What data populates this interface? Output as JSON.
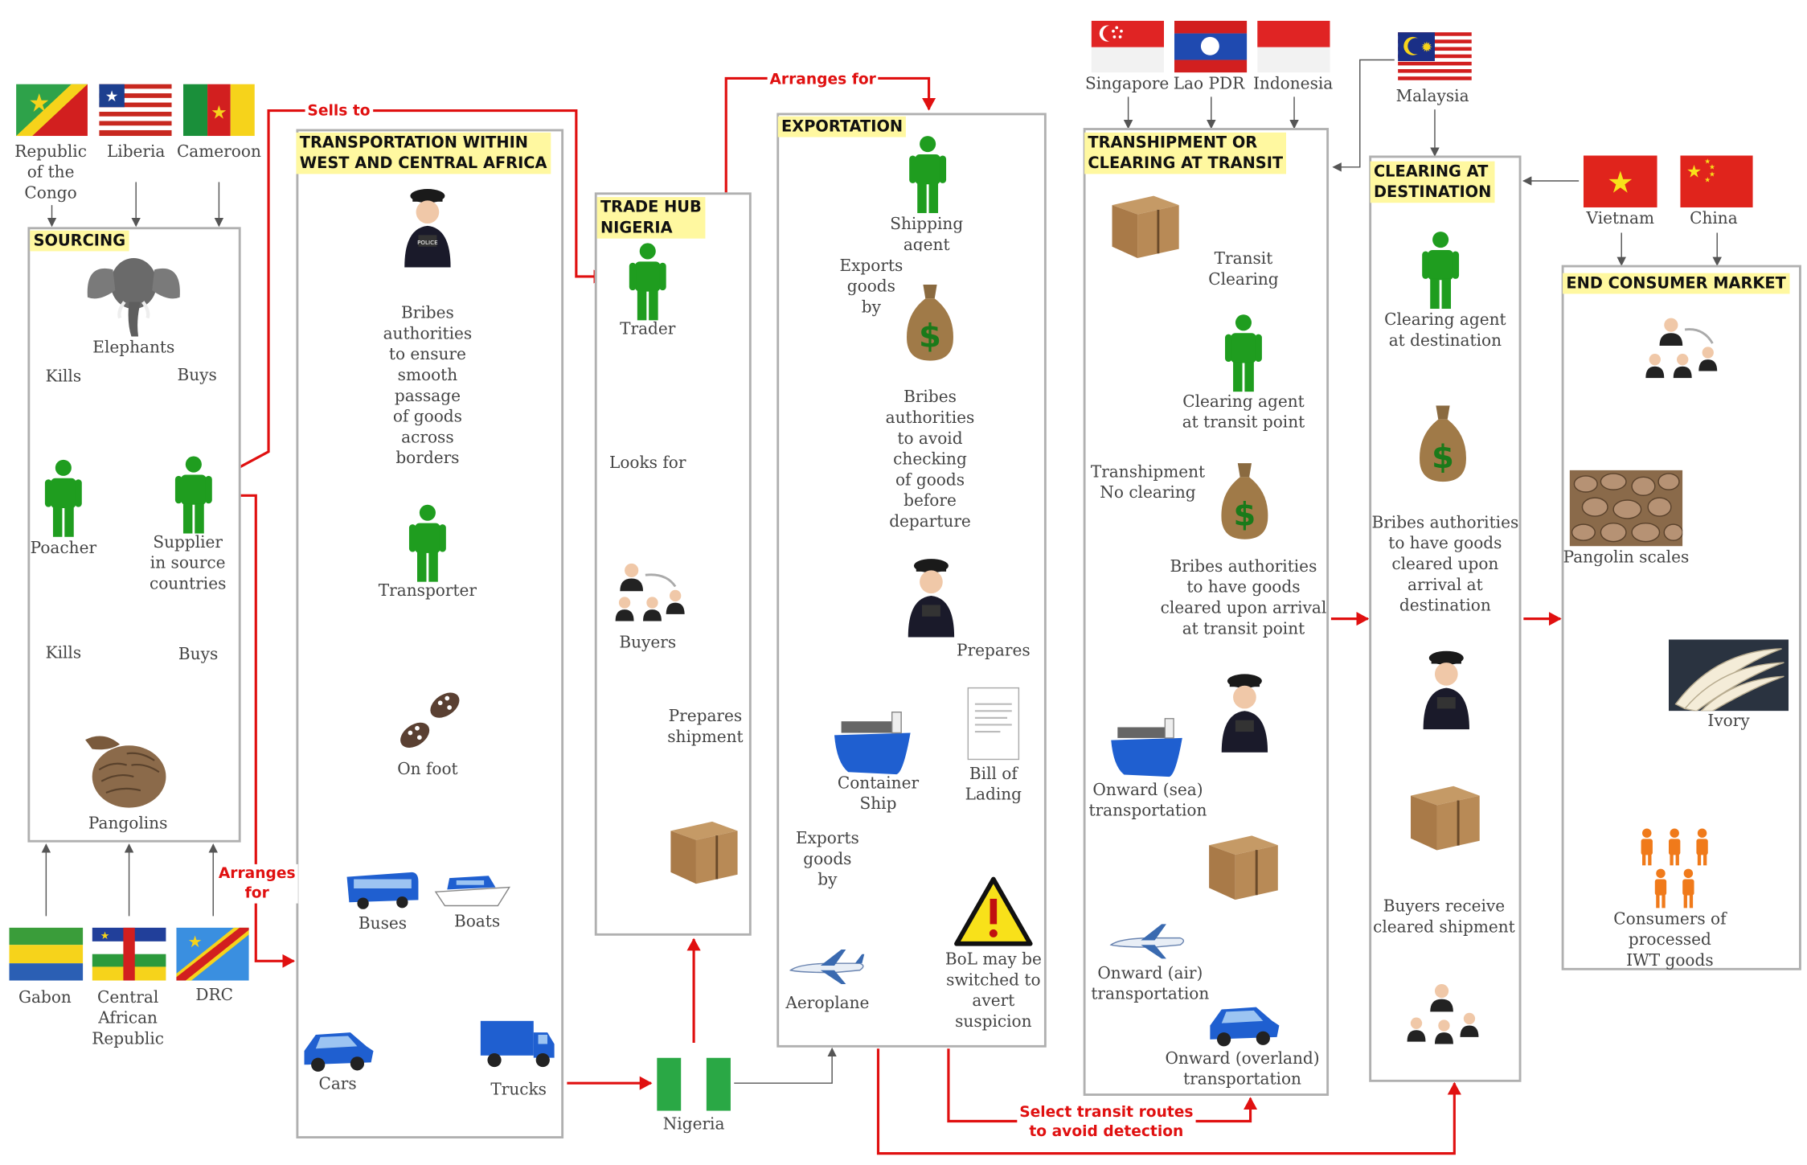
{
  "countries": {
    "congo": "Republic\nof the\nCongo",
    "liberia": "Liberia",
    "cameroon": "Cameroon",
    "gabon": "Gabon",
    "car": "Central\nAfrican\nRepublic",
    "drc": "DRC",
    "nigeria": "Nigeria",
    "singapore": "Singapore",
    "laos": "Lao PDR",
    "indonesia": "Indonesia",
    "malaysia": "Malaysia",
    "vietnam": "Vietnam",
    "china": "China"
  },
  "sections": {
    "sourcing": "SOURCING",
    "transport": "TRANSPORTATION WITHIN\nWEST AND CENTRAL AFRICA",
    "tradehub": "TRADE HUB\nNIGERIA",
    "export": "EXPORTATION",
    "transit": "TRANSHIPMENT OR\nCLEARING AT TRANSIT",
    "destination": "CLEARING AT\nDESTINATION",
    "market": "END CONSUMER MARKET"
  },
  "sourcing": {
    "elephants": "Elephants",
    "kills1": "Kills",
    "buys1": "Buys",
    "poacher": "Poacher",
    "supplier": "Supplier\nin source\ncountries",
    "kills2": "Kills",
    "buys2": "Buys",
    "pangolins": "Pangolins"
  },
  "transport": {
    "bribes": "Bribes\nauthorities\nto ensure\nsmooth\npassage\nof goods\nacross\nborders",
    "transporter": "Transporter",
    "onfoot": "On foot",
    "buses": "Buses",
    "boats": "Boats",
    "cars": "Cars",
    "trucks": "Trucks"
  },
  "tradehub": {
    "trader": "Trader",
    "looksfor": "Looks for",
    "buyers": "Buyers",
    "prepares": "Prepares\nshipment"
  },
  "export": {
    "shipping": "Shipping\nagent",
    "exports1": "Exports\ngoods\nby",
    "bribes": "Bribes\nauthorities\nto avoid\nchecking\nof goods\nbefore\ndeparture",
    "prepares": "Prepares",
    "container": "Container\nShip",
    "bill": "Bill of\nLading",
    "exports2": "Exports\ngoods\nby",
    "aeroplane": "Aeroplane",
    "bol": "BoL may be\nswitched to\navert\nsuspicion"
  },
  "transit": {
    "clearing": "Transit\nClearing",
    "agent": "Clearing agent\nat transit point",
    "tranship": "Transhipment\nNo clearing",
    "bribes": "Bribes authorities\nto have goods\ncleared upon arrival\nat transit point",
    "sea": "Onward (sea)\ntransportation",
    "air": "Onward (air)\ntransportation",
    "overland": "Onward (overland)\ntransportation"
  },
  "destination": {
    "agent": "Clearing agent\nat destination",
    "bribes": "Bribes authorities\nto have goods\ncleared upon\narrival at\ndestination",
    "buyers": "Buyers receive\ncleared shipment"
  },
  "market": {
    "scales": "Pangolin scales",
    "ivory": "Ivory",
    "consumers": "Consumers of processed\nIWT goods"
  },
  "red_labels": {
    "sells": "Sells to",
    "arranges": "Arranges\nfor",
    "arranges_top": "Arranges for",
    "select": "Select transit routes\nto avoid detection"
  },
  "colors": {
    "red_arrow": "#e01010",
    "person": "#1f9d1f",
    "header_bg": "#fff8a0",
    "box_border": "#b0b0b0"
  }
}
